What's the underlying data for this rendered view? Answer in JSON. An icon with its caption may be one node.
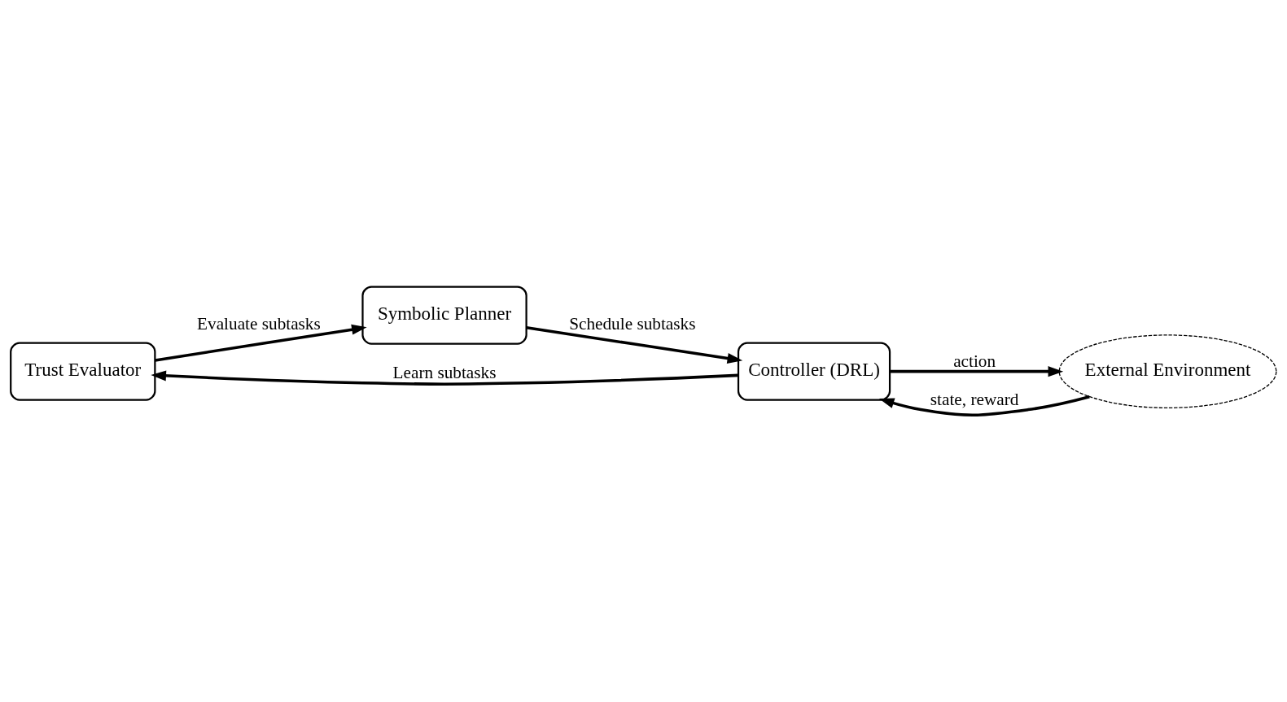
{
  "diagram": {
    "nodes": [
      {
        "text": [
          "Trust Evaluator"
        ]
      },
      {
        "text": [
          "Symbolic Planner"
        ]
      },
      {
        "text": [
          "Controller (DRL)"
        ]
      },
      {
        "text": [
          "External Environment"
        ]
      }
    ],
    "edges": [
      {
        "from": 0,
        "to": 1,
        "arrow": "to",
        "label": "Evaluate subtasks"
      },
      {
        "from": 1,
        "to": 2,
        "arrow": "to",
        "label": "Schedule subtasks"
      },
      {
        "from": 2,
        "to": 0,
        "arrow": "to",
        "label": "Learn subtasks"
      },
      {
        "from": 3,
        "to": 2,
        "arrow": "to",
        "label": "state, reward"
      },
      {
        "from": 2,
        "to": 3,
        "arrow": "to",
        "label": "action"
      }
    ]
  }
}
